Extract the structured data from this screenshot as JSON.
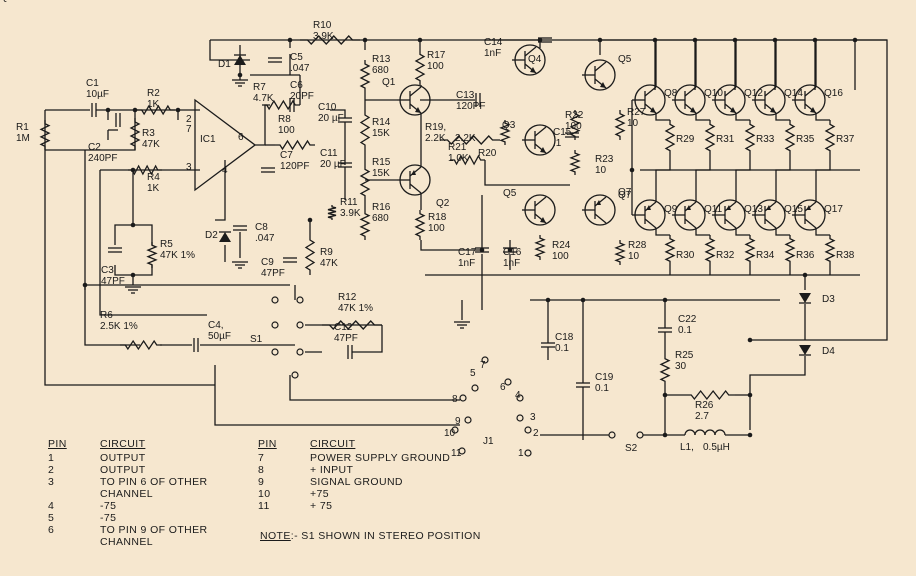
{
  "components": {
    "resistors": [
      {
        "id": "R1",
        "ref": "R1",
        "value": "1M"
      },
      {
        "id": "R2",
        "ref": "R2",
        "value": "1K"
      },
      {
        "id": "R3",
        "ref": "R3",
        "value": "47K"
      },
      {
        "id": "R4",
        "ref": "R4",
        "value": "1K"
      },
      {
        "id": "R5",
        "ref": "R5",
        "value": "47K 1%"
      },
      {
        "id": "R6",
        "ref": "R6",
        "value": "2.5K 1%"
      },
      {
        "id": "R7",
        "ref": "R7",
        "value": "4.7K"
      },
      {
        "id": "R8",
        "ref": "R8",
        "value": "100"
      },
      {
        "id": "R9",
        "ref": "R9",
        "value": "47K"
      },
      {
        "id": "R10",
        "ref": "R10",
        "value": "3.9K"
      },
      {
        "id": "R11",
        "ref": "R11",
        "value": "3.9K"
      },
      {
        "id": "R12",
        "ref": "R12",
        "value": "47K 1%"
      },
      {
        "id": "R13",
        "ref": "R13",
        "value": "680"
      },
      {
        "id": "R14",
        "ref": "R14",
        "value": "15K"
      },
      {
        "id": "R15",
        "ref": "R15",
        "value": "15K"
      },
      {
        "id": "R16",
        "ref": "R16",
        "value": "680"
      },
      {
        "id": "R17",
        "ref": "R17",
        "value": "100"
      },
      {
        "id": "R18",
        "ref": "R18",
        "value": "100"
      },
      {
        "id": "R19",
        "ref": "R19,",
        "value": "2.2K"
      },
      {
        "id": "R20",
        "ref": "R20",
        "value": ""
      },
      {
        "id": "R21",
        "ref": "R21",
        "value": "1.0K"
      },
      {
        "id": "R22",
        "ref": "R22",
        "value": "100"
      },
      {
        "id": "R23",
        "ref": "R23",
        "value": "10"
      },
      {
        "id": "R24",
        "ref": "R24",
        "value": "100"
      },
      {
        "id": "R25",
        "ref": "R25",
        "value": "30"
      },
      {
        "id": "R26",
        "ref": "R26",
        "value": "2.7"
      },
      {
        "id": "R27",
        "ref": "R27",
        "value": "10"
      },
      {
        "id": "R28",
        "ref": "R28",
        "value": "10"
      },
      {
        "id": "R29",
        "ref": "R29",
        "value": ""
      },
      {
        "id": "R30",
        "ref": "R30",
        "value": ""
      },
      {
        "id": "R31",
        "ref": "R31",
        "value": ""
      },
      {
        "id": "R32",
        "ref": "R32",
        "value": ""
      },
      {
        "id": "R33",
        "ref": "R33",
        "value": ""
      },
      {
        "id": "R34",
        "ref": "R34",
        "value": ""
      },
      {
        "id": "R35",
        "ref": "R35",
        "value": ""
      },
      {
        "id": "R36",
        "ref": "R36",
        "value": ""
      },
      {
        "id": "R37",
        "ref": "R37",
        "value": ""
      },
      {
        "id": "R38",
        "ref": "R38",
        "value": ""
      }
    ],
    "capacitors": [
      {
        "id": "C1",
        "ref": "C1",
        "value": "10µF"
      },
      {
        "id": "C2",
        "ref": "C2",
        "value": "240PF"
      },
      {
        "id": "C3",
        "ref": "C3",
        "value": "47PF"
      },
      {
        "id": "C4",
        "ref": "C4,",
        "value": "50µF"
      },
      {
        "id": "C5",
        "ref": "C5",
        "value": ".047"
      },
      {
        "id": "C6",
        "ref": "C6",
        "value": "20PF"
      },
      {
        "id": "C7",
        "ref": "C7",
        "value": "120PF"
      },
      {
        "id": "C8",
        "ref": "C8",
        "value": ".047"
      },
      {
        "id": "C9",
        "ref": "C9",
        "value": "47PF"
      },
      {
        "id": "C10",
        "ref": "C10",
        "value": "20 µF"
      },
      {
        "id": "C11",
        "ref": "C11",
        "value": "20 µF"
      },
      {
        "id": "C12",
        "ref": "C12",
        "value": "47PF"
      },
      {
        "id": "C13",
        "ref": "C13",
        "value": "120PF"
      },
      {
        "id": "C14",
        "ref": "C14",
        "value": "1nF"
      },
      {
        "id": "C15",
        "ref": "C15",
        "value": ".1"
      },
      {
        "id": "C16",
        "ref": "C16",
        "value": "1nF"
      },
      {
        "id": "C17",
        "ref": "C17",
        "value": "1nF"
      },
      {
        "id": "C18",
        "ref": "C18",
        "value": "0.1"
      },
      {
        "id": "C19",
        "ref": "C19",
        "value": "0.1"
      },
      {
        "id": "C22",
        "ref": "C22",
        "value": "0.1"
      }
    ],
    "transistors": [
      "Q1",
      "Q2",
      "Q3",
      "Q4",
      "Q5",
      "Q6",
      "Q7",
      "Q8",
      "Q9",
      "Q10",
      "Q11",
      "Q12",
      "Q13",
      "Q14",
      "Q15",
      "Q16",
      "Q17"
    ],
    "diodes": [
      "D1",
      "D2",
      "D3",
      "D4"
    ],
    "ic": "IC1",
    "ic_pins": [
      "2",
      "7",
      "3",
      "4",
      "6"
    ],
    "switches": [
      "S1",
      "S2"
    ],
    "inductor": {
      "ref": "L1,",
      "value": "0.5µH"
    },
    "connector": "J1",
    "connector_pins": [
      "1",
      "2",
      "3",
      "4",
      "5",
      "6",
      "7",
      "8",
      "9",
      "10",
      "11"
    ]
  },
  "legend_left": {
    "header": {
      "pin": "PIN",
      "circuit": "CIRCUIT"
    },
    "rows": [
      {
        "pin": "1",
        "circuit": "OUTPUT"
      },
      {
        "pin": "2",
        "circuit": "OUTPUT"
      },
      {
        "pin": "3",
        "circuit": "TO PIN 6 OF OTHER CHANNEL"
      },
      {
        "pin": "4",
        "circuit": "-75"
      },
      {
        "pin": "5",
        "circuit": "-75"
      },
      {
        "pin": "6",
        "circuit": "TO PIN 9 OF OTHER CHANNEL"
      }
    ]
  },
  "legend_right": {
    "header": {
      "pin": "PIN",
      "circuit": "CIRCUIT"
    },
    "rows": [
      {
        "pin": "7",
        "circuit": "POWER SUPPLY GROUND"
      },
      {
        "pin": "8",
        "circuit": "+ INPUT"
      },
      {
        "pin": "9",
        "circuit": "SIGNAL GROUND"
      },
      {
        "pin": "10",
        "circuit": "+75"
      },
      {
        "pin": "11",
        "circuit": "+ 75"
      }
    ]
  },
  "note": {
    "label": "NOTE",
    "text": ":- S1 SHOWN IN STEREO POSITION"
  },
  "colors": {
    "background": "#f6e7cf",
    "ink": "#1b1b1b"
  }
}
